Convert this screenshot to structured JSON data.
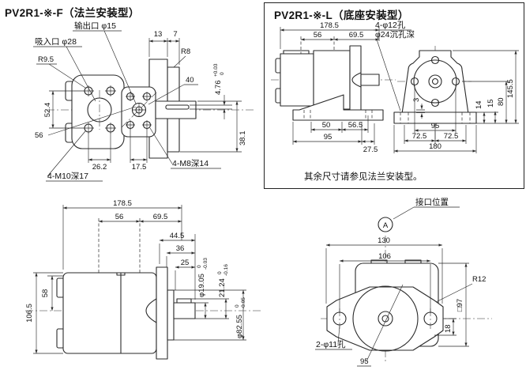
{
  "colors": {
    "line": "#2a2a2a",
    "background": "#ffffff"
  },
  "flange": {
    "title": "PV2R1-※-F（法兰安装型）",
    "outlet_label": "输出口 φ15",
    "inlet_label": "吸入口 φ28",
    "r9_5": "R9.5",
    "dim_13": "13",
    "dim_7": "7",
    "r8": "R8",
    "dim_40": "40",
    "dim_52_4": "52.4",
    "dim_56": "56",
    "dim_26_2": "26.2",
    "dim_17_5": "17.5",
    "thread_m10": "4-M10深17",
    "thread_m8": "4-M8深14",
    "key_width": "4.76",
    "key_width_tol_upper": "+0.03",
    "key_width_tol_lower": "0",
    "dim_38_1": "38.1"
  },
  "base": {
    "title": "PV2R1-※-L（底座安装型）",
    "dim_178_5": "178.5",
    "dim_56": "56",
    "dim_69_5": "69.5",
    "hole_label_line1": "4-φ12孔",
    "hole_label_line2": "φ24沉孔深",
    "dim_145_5": "145.5",
    "dim_80": "80",
    "dim_15": "15",
    "dim_14": "14",
    "dim_3": "3",
    "dim_50": "50",
    "dim_56_5": "56.5",
    "dim_95_side": "95",
    "dim_27_5": "27.5",
    "dim_95_front": "95",
    "dim_72_5_left": "72.5",
    "dim_72_5_right": "72.5",
    "dim_180": "180",
    "note": "其余尺寸请参见法兰安装型。"
  },
  "side": {
    "dim_178_5": "178.5",
    "dim_56": "56",
    "dim_69_5": "69.5",
    "dim_44_5": "44.5",
    "dim_36": "36",
    "dim_25": "25",
    "dim_106_5": "106.5",
    "dim_58": "58",
    "shaft_dia": "φ19.05",
    "shaft_dia_tol_upper": "0",
    "shaft_dia_tol_lower": "-0.03",
    "key_height": "21.24",
    "key_height_tol_upper": "0",
    "key_height_tol_lower": "-0.16",
    "spigot_dia": "φ82.55",
    "spigot_dia_tol_upper": "0",
    "spigot_dia_tol_lower": "-0.05"
  },
  "front": {
    "port_label": "接口位置",
    "port_symbol": "A",
    "dim_130": "130",
    "dim_106": "106",
    "r12": "R12",
    "dim_18": "18",
    "square_97": "□97",
    "holes_label": "2-φ11孔",
    "dim_95": "95"
  }
}
